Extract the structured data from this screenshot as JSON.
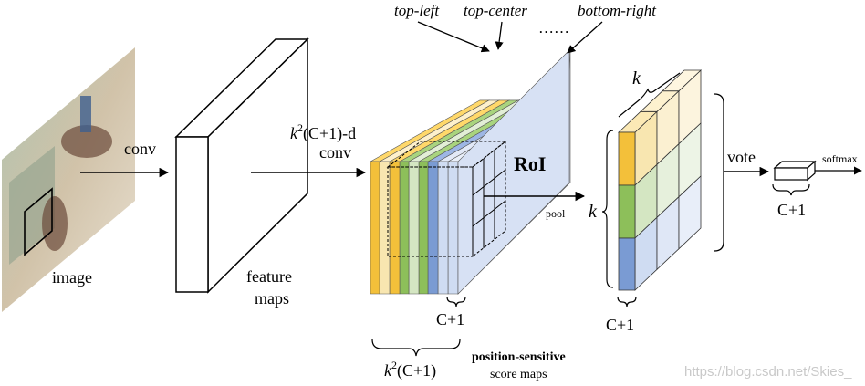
{
  "labels": {
    "image": "image",
    "conv1": "conv",
    "feature_maps_line1": "feature",
    "feature_maps_line2": "maps",
    "conv2_k": "k",
    "conv2_sup": "2",
    "conv2_rest": "(C+1)-d",
    "conv2_line2": "conv",
    "top_left": "top-left",
    "top_center": "top-center",
    "ellipsis": "……",
    "bottom_right": "bottom-right",
    "roi": "RoI",
    "pool": "pool",
    "c_plus_1_bottom": "C+1",
    "k2c1_k": "k",
    "k2c1_sup": "2",
    "k2c1_rest": "(C+1)",
    "ps_line1": "position-sensitive",
    "ps_line2": "score maps",
    "k_top": "k",
    "k_left": "k",
    "c_plus_1_pooled": "C+1",
    "vote": "vote",
    "softmax": "softmax",
    "c_plus_1_final": "C+1"
  },
  "watermark": "https://blog.csdn.net/Skies_",
  "colors": {
    "gold": "#f3c03a",
    "green": "#8dbf5a",
    "blue": "#7a9bd3",
    "gold_light": "#f8e6b0",
    "green_light": "#d4e6c2",
    "blue_light": "#cfdcf2"
  }
}
